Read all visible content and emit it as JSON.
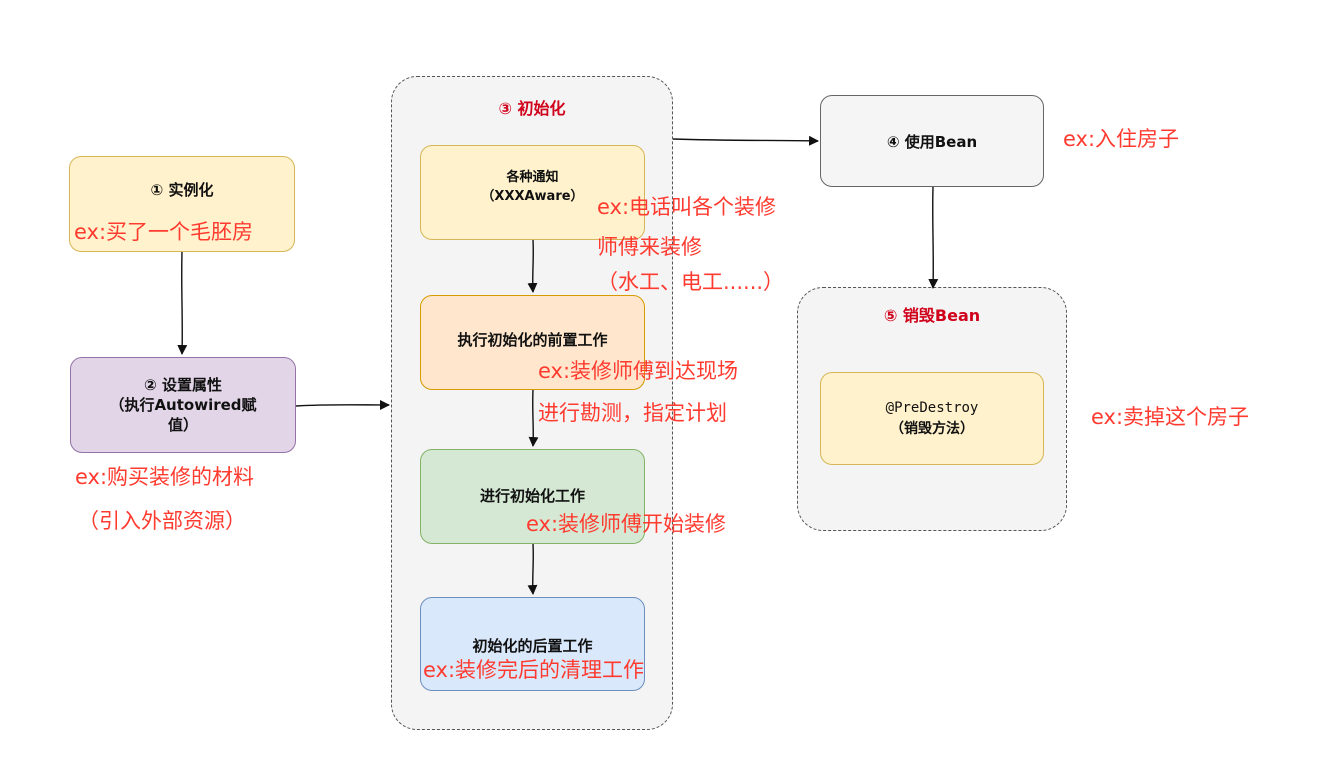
{
  "nodes": {
    "instantiate": {
      "title": "① 实例化"
    },
    "set_props": {
      "title": "② 设置属性",
      "sub1": "（执行Autowired赋",
      "sub2": "值）"
    },
    "init_group": {
      "title": "③ 初始化"
    },
    "aware": {
      "title": "各种通知",
      "sub": "（XXXAware）"
    },
    "pre_init": {
      "title": "执行初始化的前置工作"
    },
    "do_init": {
      "title": "进行初始化工作"
    },
    "post_init": {
      "title": "初始化的后置工作"
    },
    "use_bean": {
      "title": "④ 使用Bean"
    },
    "destroy_group": {
      "title": "⑤ 销毁Bean"
    },
    "predestroy": {
      "title": "@PreDestroy",
      "sub": "（销毁方法）"
    }
  },
  "notes": {
    "instantiate": "ex:买了一个毛胚房",
    "set_props_1": "ex:购买装修的材料",
    "set_props_2": "（引入外部资源）",
    "aware_1": "ex:电话叫各个装修",
    "aware_2": "师傅来装修",
    "aware_3": "（水工、电工......）",
    "pre_init_1": "ex:装修师傅到达现场",
    "pre_init_2": "进行勘测，指定计划",
    "do_init": "ex:装修师傅开始装修",
    "post_init": "ex:装修完后的清理工作",
    "use_bean": "ex:入住房子",
    "destroy": "ex:卖掉这个房子"
  },
  "colors": {
    "note_red": "#ff3b30",
    "group_title_red": "#d0021b",
    "yellow": "#fff2cc",
    "purple": "#e1d5e7",
    "orange": "#ffe6cc",
    "green": "#d5e8d4",
    "blue": "#dae8fc",
    "gray": "#f5f5f5"
  }
}
